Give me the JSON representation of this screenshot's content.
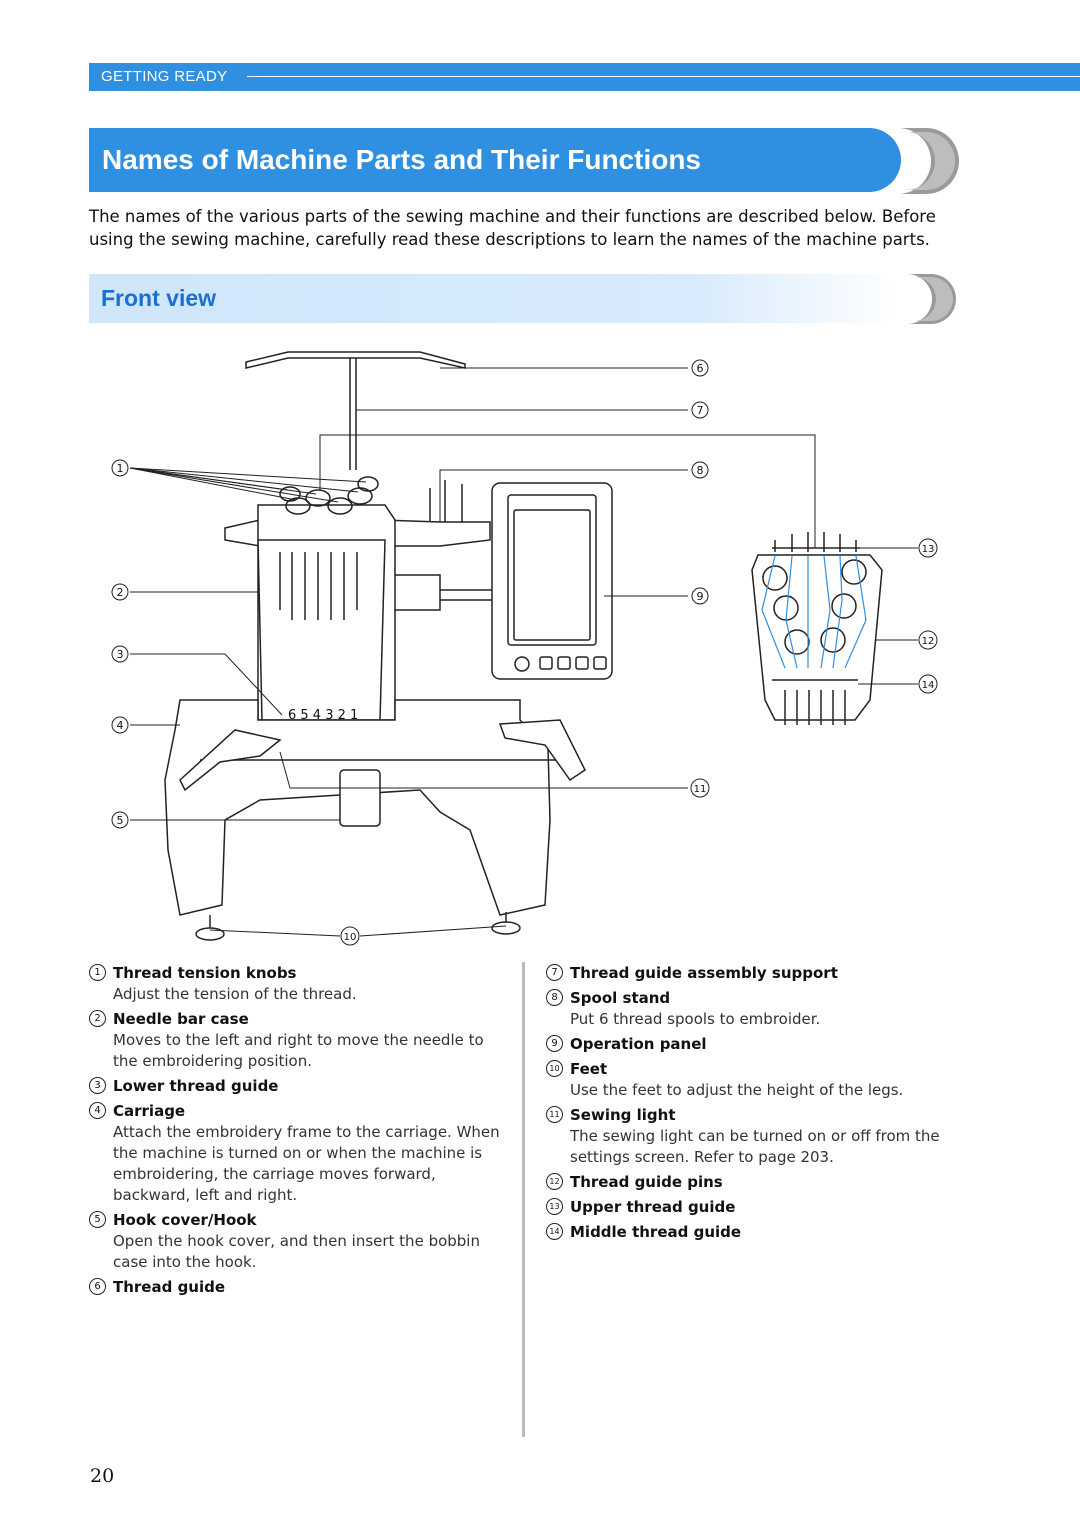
{
  "header": {
    "section": "GETTING READY",
    "title": "Names of Machine Parts and Their Functions"
  },
  "intro": "The names of the various parts of the sewing machine and their functions are described below. Before using the sewing machine, carefully read these descriptions to learn the names of the machine parts.",
  "subheading": "Front view",
  "figure": {
    "needle_numbers": "6 5 4 3 2 1",
    "callouts": [
      "1",
      "2",
      "3",
      "4",
      "5",
      "6",
      "7",
      "8",
      "9",
      "10",
      "11",
      "12",
      "13",
      "14"
    ]
  },
  "parts_left": [
    {
      "num": "1",
      "title": "Thread tension knobs",
      "desc": "Adjust the tension of the thread."
    },
    {
      "num": "2",
      "title": "Needle bar case",
      "desc": "Moves to the left and right to move the needle to the embroidering position."
    },
    {
      "num": "3",
      "title": "Lower thread guide",
      "desc": ""
    },
    {
      "num": "4",
      "title": "Carriage",
      "desc": "Attach the embroidery frame to the carriage. When the machine is turned on or when the machine is embroidering, the carriage moves forward, backward, left and right."
    },
    {
      "num": "5",
      "title": "Hook cover/Hook",
      "desc": "Open the hook cover, and then insert the bobbin case into the hook."
    },
    {
      "num": "6",
      "title": "Thread guide",
      "desc": ""
    }
  ],
  "parts_right": [
    {
      "num": "7",
      "title": "Thread guide assembly support",
      "desc": ""
    },
    {
      "num": "8",
      "title": "Spool stand",
      "desc": "Put 6 thread spools to embroider."
    },
    {
      "num": "9",
      "title": "Operation panel",
      "desc": ""
    },
    {
      "num": "10",
      "title": "Feet",
      "desc": "Use the feet to adjust the height of the legs."
    },
    {
      "num": "11",
      "title": "Sewing light",
      "desc": "The sewing light can be turned on or off from the settings screen. Refer to page 203."
    },
    {
      "num": "12",
      "title": "Thread guide pins",
      "desc": ""
    },
    {
      "num": "13",
      "title": "Upper thread guide",
      "desc": ""
    },
    {
      "num": "14",
      "title": "Middle thread guide",
      "desc": ""
    }
  ],
  "page_number": "20",
  "colors": {
    "accent": "#2f8fe0",
    "sub_bg": "#d4e9fb",
    "sub_text": "#1a6fd0"
  }
}
